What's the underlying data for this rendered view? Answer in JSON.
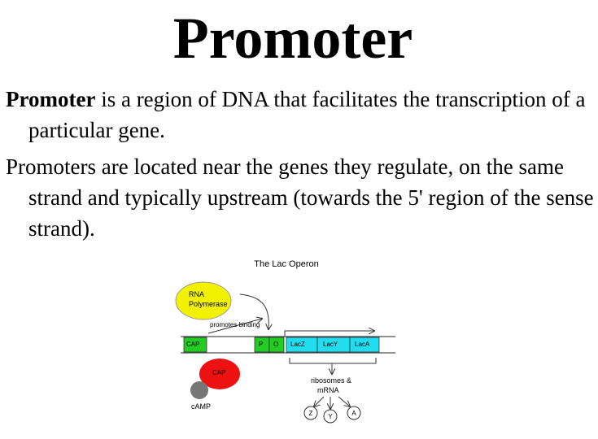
{
  "slide": {
    "title": "Promoter",
    "paragraph1": {
      "term": "Promoter",
      "text": " is a region of DNA that facilitates the transcription of a particular gene."
    },
    "paragraph2": {
      "text": "Promoters are located near the genes they regulate, on the same strand and typically upstream (towards the 5' region of the sense strand)."
    }
  },
  "diagram": {
    "title": "The Lac Operon",
    "rna_polymerase": [
      "RNA",
      "Polymerase"
    ],
    "promotes_binding": "promotes binding",
    "segments": {
      "cap_site": "CAP",
      "promoter": "P",
      "operator": "O",
      "lacz": "LacZ",
      "lacy": "LacY",
      "laca": "LacA"
    },
    "cap_protein": "CAP",
    "camp": "cAMP",
    "ribosomes": [
      "ribosomes &",
      "mRNA"
    ],
    "proteins": [
      "Z",
      "Y",
      "A"
    ],
    "colors": {
      "rna_polymerase": "#f2f200",
      "promoter_region": "#22cc22",
      "gene_region": "#22dcf0",
      "cap_protein": "#ee1111",
      "camp": "#777777"
    }
  }
}
